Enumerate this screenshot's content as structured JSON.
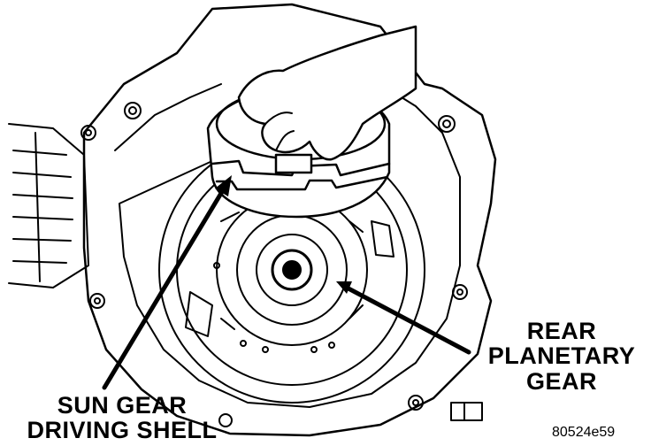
{
  "callouts": {
    "sun_gear_driving_shell": [
      "SUN GEAR",
      "DRIVING SHELL"
    ],
    "rear_planetary_gear": [
      "REAR",
      "PLANETARY",
      "GEAR"
    ]
  },
  "figure_id": "80524e59",
  "colors": {
    "ink": "#000000",
    "paper": "#ffffff"
  }
}
